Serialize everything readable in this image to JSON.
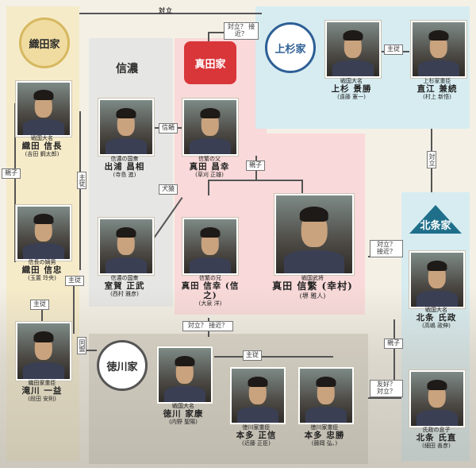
{
  "clans": {
    "oda": "織田家",
    "shinano": "信濃",
    "sanada": "真田家",
    "uesugi": "上杉家",
    "hojo": "北条家",
    "tokugawa": "徳川家"
  },
  "people": [
    {
      "id": "nobunaga",
      "role": "戦国大名",
      "name": "織田 信長",
      "actor": "(吉田 鋼太郎)"
    },
    {
      "id": "nobutada",
      "role": "信長の嫡男",
      "name": "織田 信忠",
      "actor": "(玉置 玲央)"
    },
    {
      "id": "takigawa",
      "role": "織田家重臣",
      "name": "滝川 一益",
      "actor": "(段田 安則)"
    },
    {
      "id": "izura",
      "role": "信濃の国衆",
      "name": "出浦 昌相",
      "actor": "(寺島 進)"
    },
    {
      "id": "muroga",
      "role": "信濃の国衆",
      "name": "室賀 正武",
      "actor": "(西村 雅彦)"
    },
    {
      "id": "masayuki",
      "role": "信繁の父",
      "name": "真田 昌幸",
      "actor": "(草刈 正雄)"
    },
    {
      "id": "nobuyuki",
      "role": "信繁の兄",
      "name": "真田 信幸 (信之)",
      "actor": "(大泉 洋)"
    },
    {
      "id": "nobushige",
      "role": "戦国武将",
      "name": "真田 信繁 (幸村)",
      "actor": "(堺 雅人)"
    },
    {
      "id": "kagekatsu",
      "role": "戦国大名",
      "name": "上杉 景勝",
      "actor": "(遠藤 憲一)"
    },
    {
      "id": "naoe",
      "role": "上杉家重臣",
      "name": "直江 兼続",
      "actor": "(村上 新悟)"
    },
    {
      "id": "ujimasa",
      "role": "戦国大名",
      "name": "北条 氏政",
      "actor": "(高嶋 政伸)"
    },
    {
      "id": "ujinao",
      "role": "氏政の息子",
      "name": "北条 氏直",
      "actor": "(細田 善彦)"
    },
    {
      "id": "ieyasu",
      "role": "戦国大名",
      "name": "徳川 家康",
      "actor": "(内野 聖陽)"
    },
    {
      "id": "masanobu",
      "role": "徳川家重臣",
      "name": "本多 正信",
      "actor": "(近藤 正臣)"
    },
    {
      "id": "tadakatsu",
      "role": "徳川家重臣",
      "name": "本多 忠勝",
      "actor": "(藤岡 弘、)"
    }
  ],
  "relations": {
    "oda_uesugi": "対立",
    "sanada_uesugi": "対立？ 接近？",
    "uesugi_master": "主従",
    "uesugi_hojo": "対立",
    "izura_masayuki": "信頼",
    "muroga_masayuki": "犬猿",
    "sanada_sons": "親子",
    "oda_parent": "親子",
    "oda_master1": "主従",
    "oda_master2": "主従",
    "oda_master3": "主従",
    "sanada_hojo": "対立？ 接近？",
    "sanada_tokugawa": "対立？ 接近？",
    "oda_tokugawa": "同盟",
    "tokugawa_master": "主従",
    "tokugawa_hojo": "友好？ 対立？",
    "hojo_parent": "親子"
  }
}
